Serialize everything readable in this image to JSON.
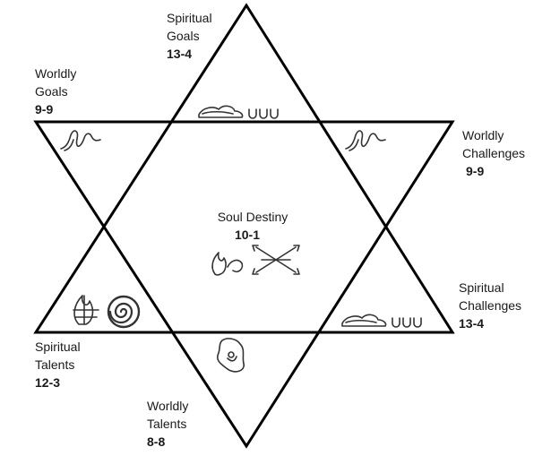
{
  "labels": {
    "spiritual_goals": {
      "line1": "Spiritual",
      "line2": "Goals",
      "number": "13-4"
    },
    "worldly_goals": {
      "line1": "Worldly",
      "line2": "Goals",
      "number": "9-9"
    },
    "worldly_challenges": {
      "line1": "Worldly",
      "line2": "Challenges",
      "number": "9-9"
    },
    "soul_destiny": {
      "line1": "Soul Destiny",
      "number": "10-1"
    },
    "spiritual_challenges": {
      "line1": "Spiritual",
      "line2": "Challenges",
      "number": "13-4"
    },
    "spiritual_talents": {
      "line1": "Spiritual",
      "line2": "Talents",
      "number": "12-3"
    },
    "worldly_talents": {
      "line1": "Worldly",
      "line2": "Talents",
      "number": "8-8"
    }
  },
  "icons": {
    "serpent": "serpent-glyph",
    "cloud_waves": "cloud-wave-glyph",
    "spiral": "spiral-glyph",
    "flame": "flame-glyph",
    "crossed_arrows": "crossed-arrows-glyph"
  },
  "colors": {
    "line": "#000000",
    "text": "#1a1a1a",
    "glyph": "#333333"
  }
}
